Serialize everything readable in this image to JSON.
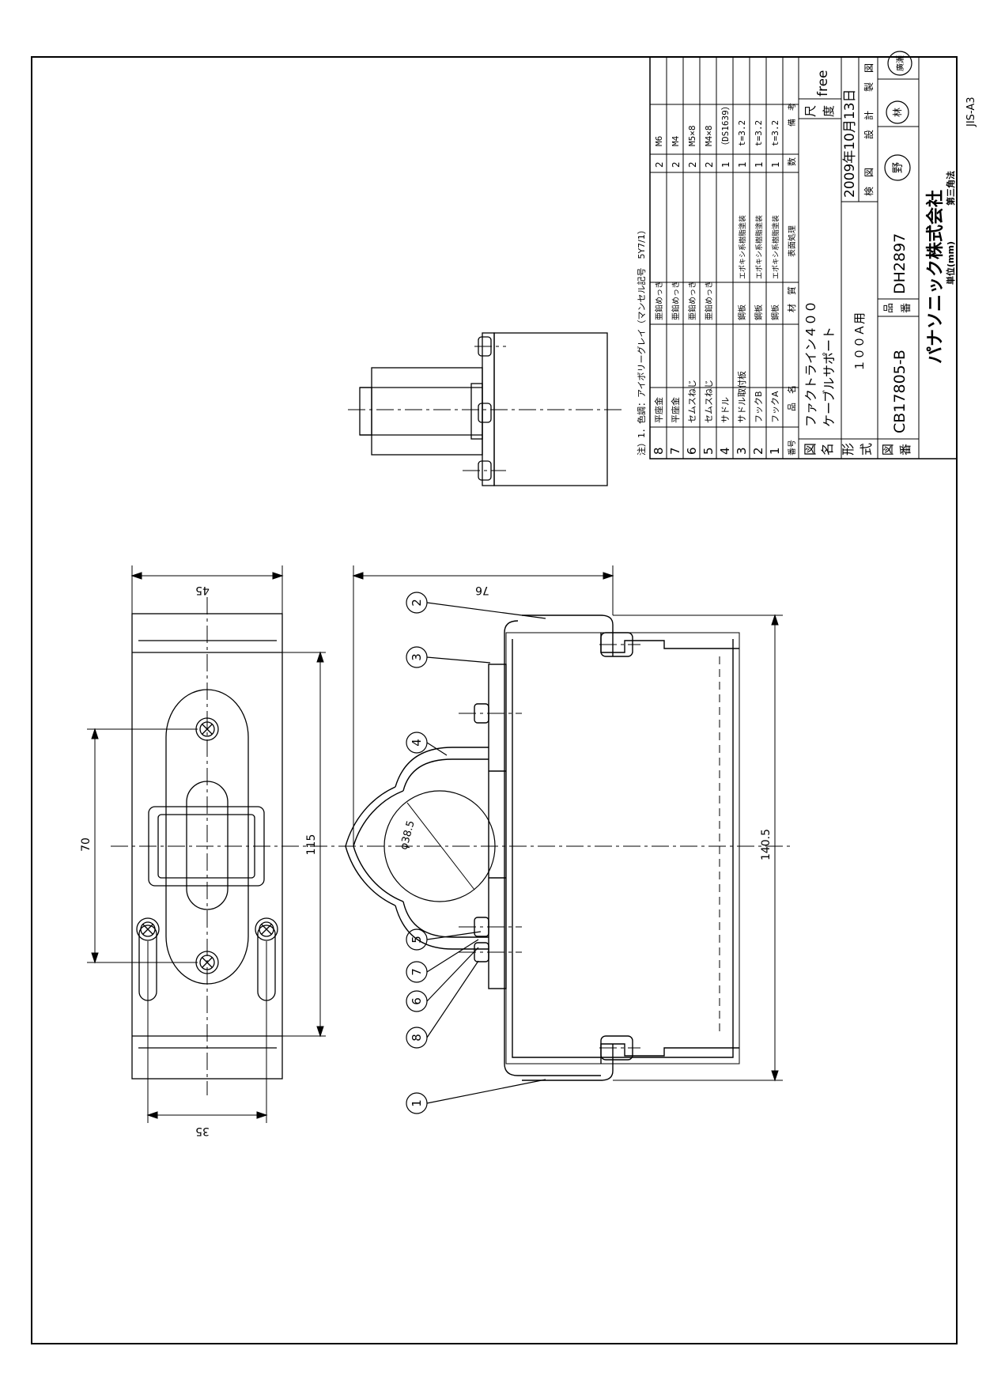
{
  "parts_table": {
    "header": {
      "no": "番号",
      "name": "品　名",
      "material": "材　質",
      "treatment": "表面処理",
      "qty": "数",
      "remarks": "備　考"
    },
    "rows": [
      {
        "no": "8",
        "name": "平座金",
        "material": "",
        "treatment": "亜鉛めっき",
        "qty": "2",
        "remarks": "M6"
      },
      {
        "no": "7",
        "name": "平座金",
        "material": "",
        "treatment": "亜鉛めっき",
        "qty": "2",
        "remarks": "M4"
      },
      {
        "no": "6",
        "name": "セムスねじ",
        "material": "",
        "treatment": "亜鉛めっき",
        "qty": "2",
        "remarks": "M5×8"
      },
      {
        "no": "5",
        "name": "セムスねじ",
        "material": "",
        "treatment": "亜鉛めっき",
        "qty": "2",
        "remarks": "M4×8"
      },
      {
        "no": "4",
        "name": "サドル",
        "material": "",
        "treatment": "",
        "qty": "1",
        "remarks": "（DS1639）"
      },
      {
        "no": "3",
        "name": "サドル取付板",
        "material": "鋼板",
        "treatment": "エポキシ系樹脂塗装",
        "qty": "1",
        "remarks": "t=3.2"
      },
      {
        "no": "2",
        "name": "フックB",
        "material": "鋼板",
        "treatment": "エポキシ系樹脂塗装",
        "qty": "1",
        "remarks": "t=3.2"
      },
      {
        "no": "1",
        "name": "フックA",
        "material": "鋼板",
        "treatment": "エポキシ系樹脂塗装",
        "qty": "1",
        "remarks": "t=3.2"
      }
    ],
    "note": "注）1．色調：アイボリーグレイ（マンセル記号　5Y7/1）"
  },
  "title_block": {
    "drawing_name_label_1": "図",
    "drawing_name_label_2": "名",
    "drawing_name_1": "ファクトライン４００",
    "drawing_name_2": "ケーブルサポート",
    "scale_label_1": "尺",
    "scale_label_2": "度",
    "scale_value": "free",
    "date": "2009年10月13日",
    "model_label_1": "形",
    "model_label_2": "式",
    "model_value": "１００Ａ用",
    "check_label": "検　図",
    "design_label": "設　計",
    "drafting_label": "製　図",
    "stamp_check": "野",
    "stamp_design": "林",
    "stamp_drafting": "廣瀬",
    "fig_no_label_1": "図",
    "fig_no_label_2": "番",
    "fig_no": "CB17805-B",
    "part_no_label_1": "品",
    "part_no_label_2": "番",
    "part_no": "DH2897",
    "company": "パナソニック株式会社",
    "unit": "単位(mm)",
    "projection": "第三角法",
    "standard": "JIS-A3"
  },
  "dimensions": {
    "width_top": "45",
    "width_bottom": "35",
    "hole_pitch": "70",
    "plate_length": "115",
    "depth": "76",
    "height": "140.5",
    "pipe_dia": "φ38.5"
  },
  "balloons": [
    "1",
    "2",
    "3",
    "4",
    "5",
    "6",
    "7",
    "8"
  ]
}
